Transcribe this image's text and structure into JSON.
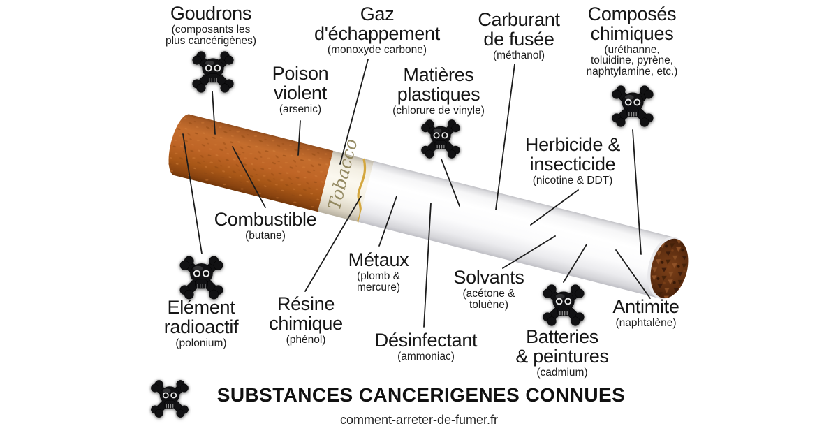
{
  "diagram": {
    "background_color": "#ffffff",
    "subject": "cigarette"
  },
  "substances": [
    {
      "id": "goudrons",
      "name": "Goudrons",
      "detail": "(composants les\nplus cancérigènes)",
      "has_skull": true
    },
    {
      "id": "gaz",
      "name": "Gaz\nd'échappement",
      "detail": "(monoxyde carbone)",
      "has_skull": false
    },
    {
      "id": "carburant",
      "name": "Carburant\nde fusée",
      "detail": "(méthanol)",
      "has_skull": false
    },
    {
      "id": "composes",
      "name": "Composés\nchimiques",
      "detail": "(uréthanne,\ntoluidine, pyrène,\nnaphtylamine, etc.)",
      "has_skull": true
    },
    {
      "id": "poison",
      "name": "Poison\nviolent",
      "detail": "(arsenic)",
      "has_skull": false
    },
    {
      "id": "matieres",
      "name": "Matières\nplastiques",
      "detail": "(chlorure de vinyle)",
      "has_skull": true
    },
    {
      "id": "herbicide",
      "name": "Herbicide &\ninsecticide",
      "detail": "(nicotine & DDT)",
      "has_skull": false
    },
    {
      "id": "combustible",
      "name": "Combustible",
      "detail": "(butane)",
      "has_skull": false
    },
    {
      "id": "metaux",
      "name": "Métaux",
      "detail": "(plomb &\nmercure)",
      "has_skull": false
    },
    {
      "id": "solvants",
      "name": "Solvants",
      "detail": "(acétone &\ntoluène)",
      "has_skull": false
    },
    {
      "id": "resine",
      "name": "Résine\nchimique",
      "detail": "(phénol)",
      "has_skull": false
    },
    {
      "id": "element",
      "name": "Elément\nradioactif",
      "detail": "(polonium)",
      "has_skull": true
    },
    {
      "id": "desinfectant",
      "name": "Désinfectant",
      "detail": "(ammoniac)",
      "has_skull": false
    },
    {
      "id": "batteries",
      "name": "Batteries\n& peintures",
      "detail": "(cadmium)",
      "has_skull": true
    },
    {
      "id": "antimite",
      "name": "Antimite",
      "detail": "(naphtalène)",
      "has_skull": false
    }
  ],
  "footer": {
    "title": "SUBSTANCES CANCERIGENES CONNUES",
    "website": "comment-arreter-de-fumer.fr"
  },
  "cigarette": {
    "brand_script": "Tobacco",
    "filter_color": "#bf6526",
    "paper_color": "#ffffff",
    "band_gold_color": "#d4a73e",
    "tobacco_color": "#5e2e10"
  },
  "icons": {
    "skull": "skull-crossbones"
  }
}
